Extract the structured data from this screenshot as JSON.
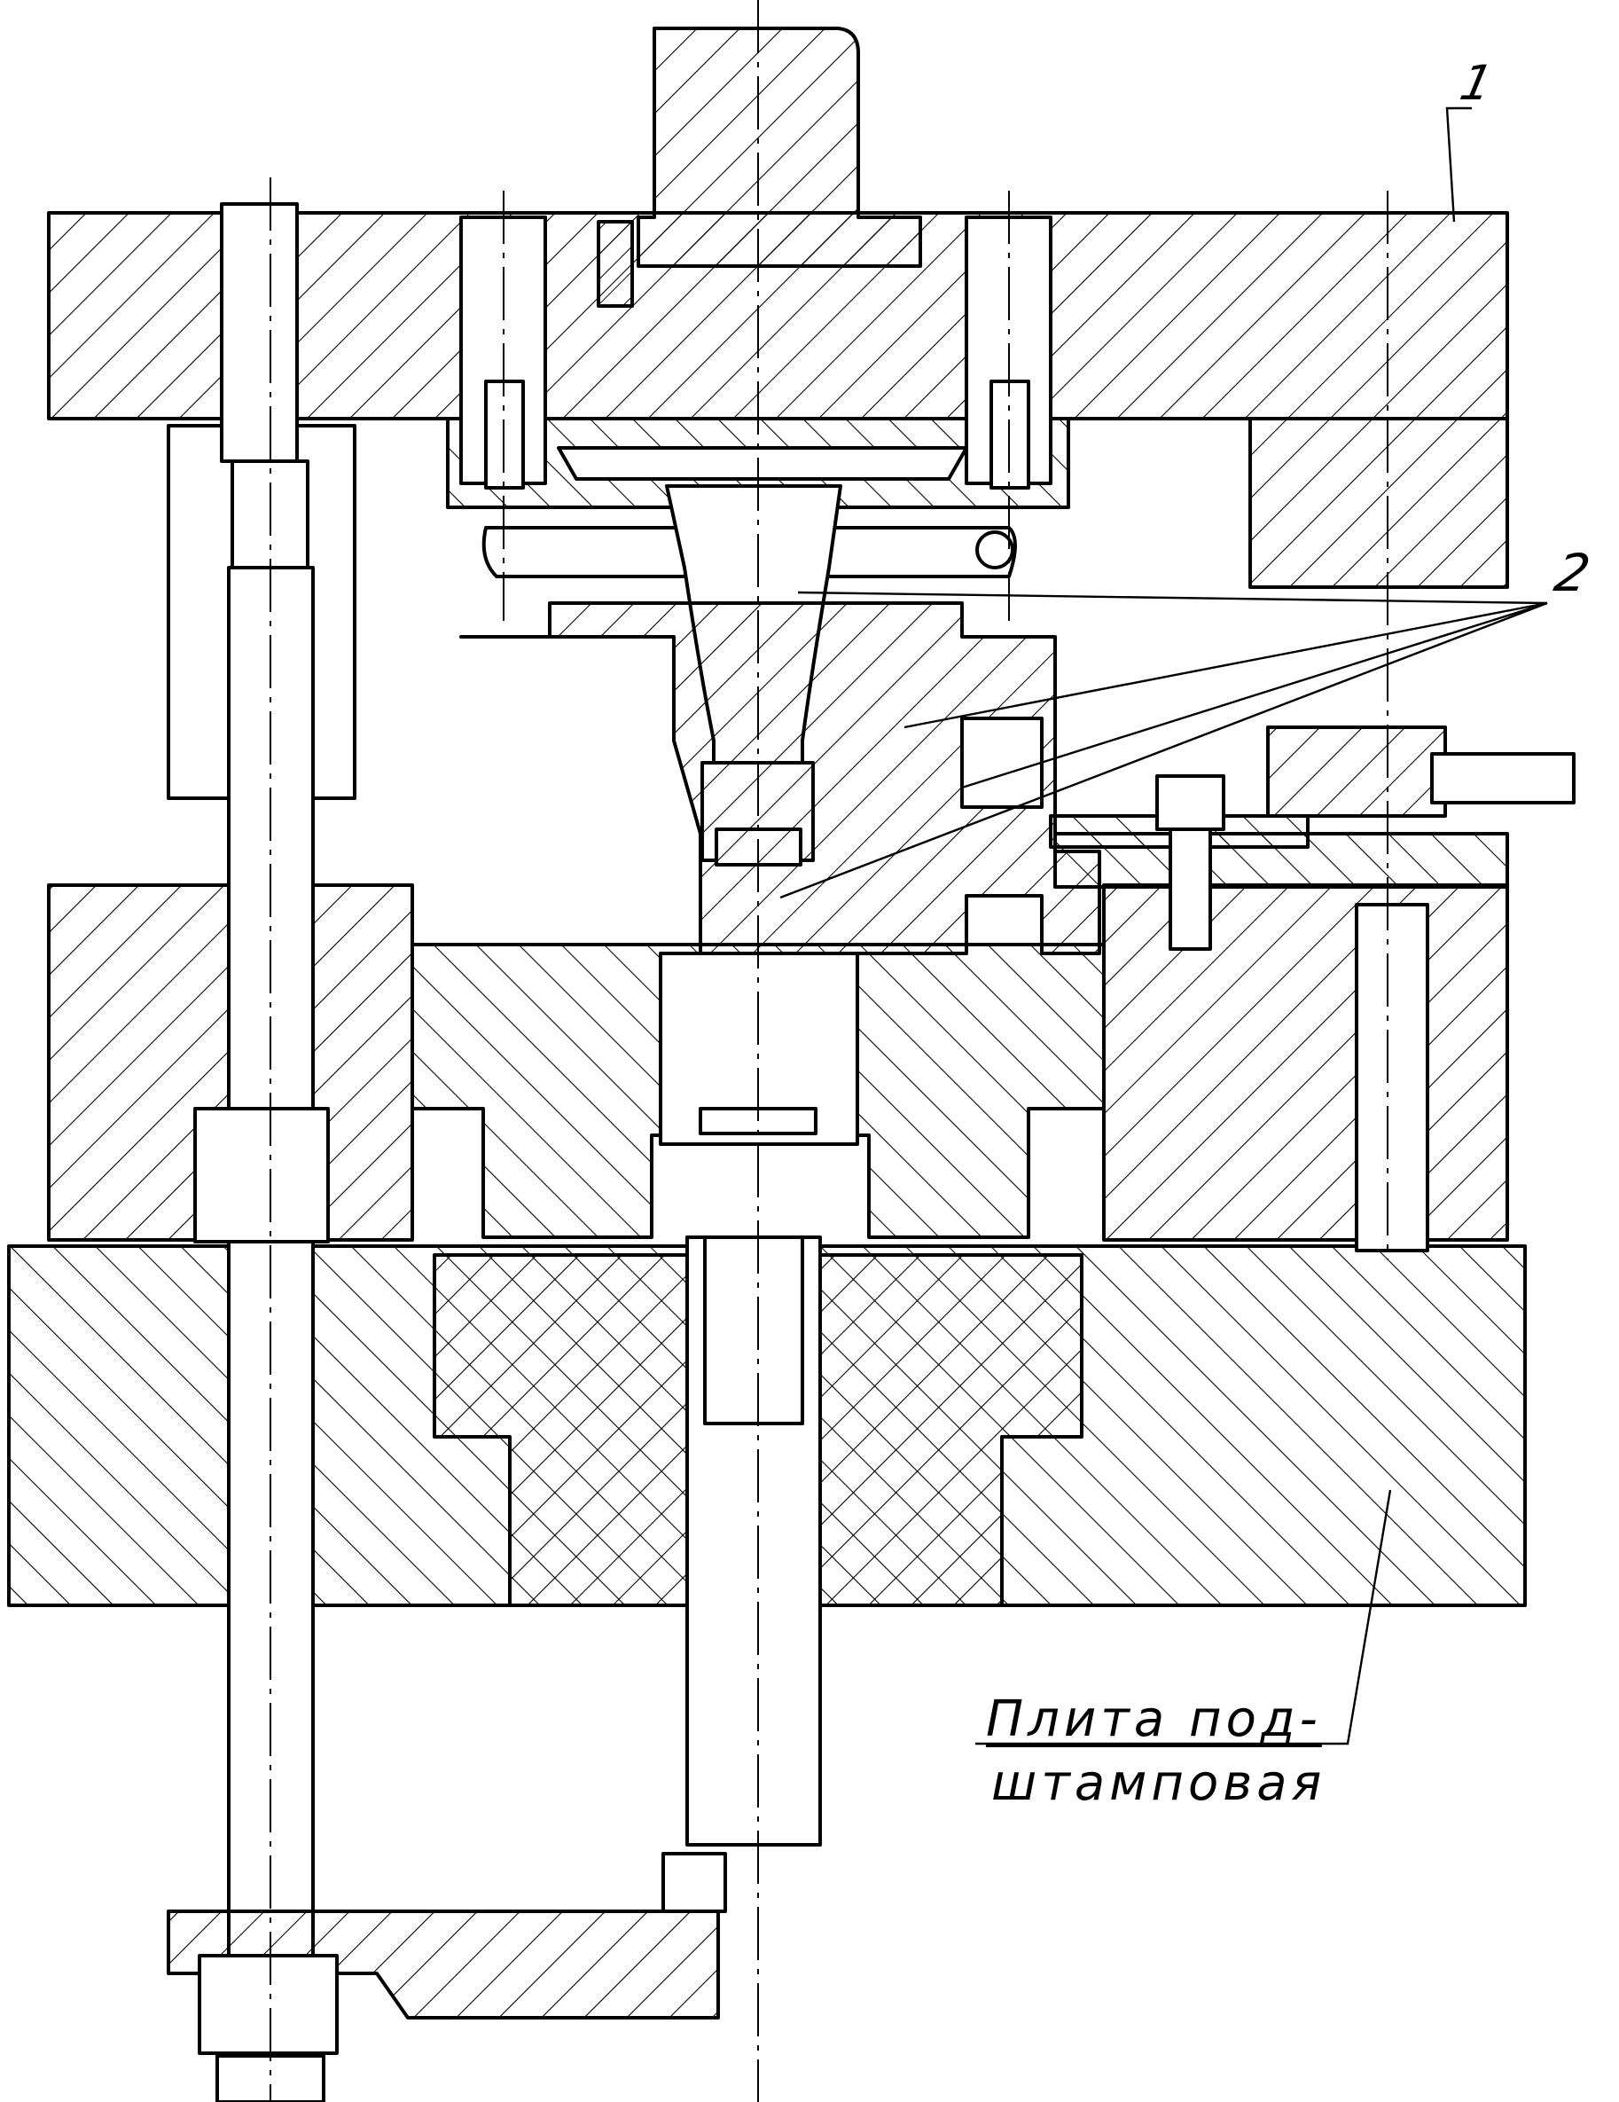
{
  "figure": {
    "callouts": [
      {
        "id": "1",
        "text": "1"
      },
      {
        "id": "2",
        "text": "2"
      }
    ],
    "part_label": {
      "line1": "Плита под-",
      "line2": "штамповая"
    },
    "colors": {
      "ink": "#000000",
      "paper": "#ffffff"
    }
  }
}
